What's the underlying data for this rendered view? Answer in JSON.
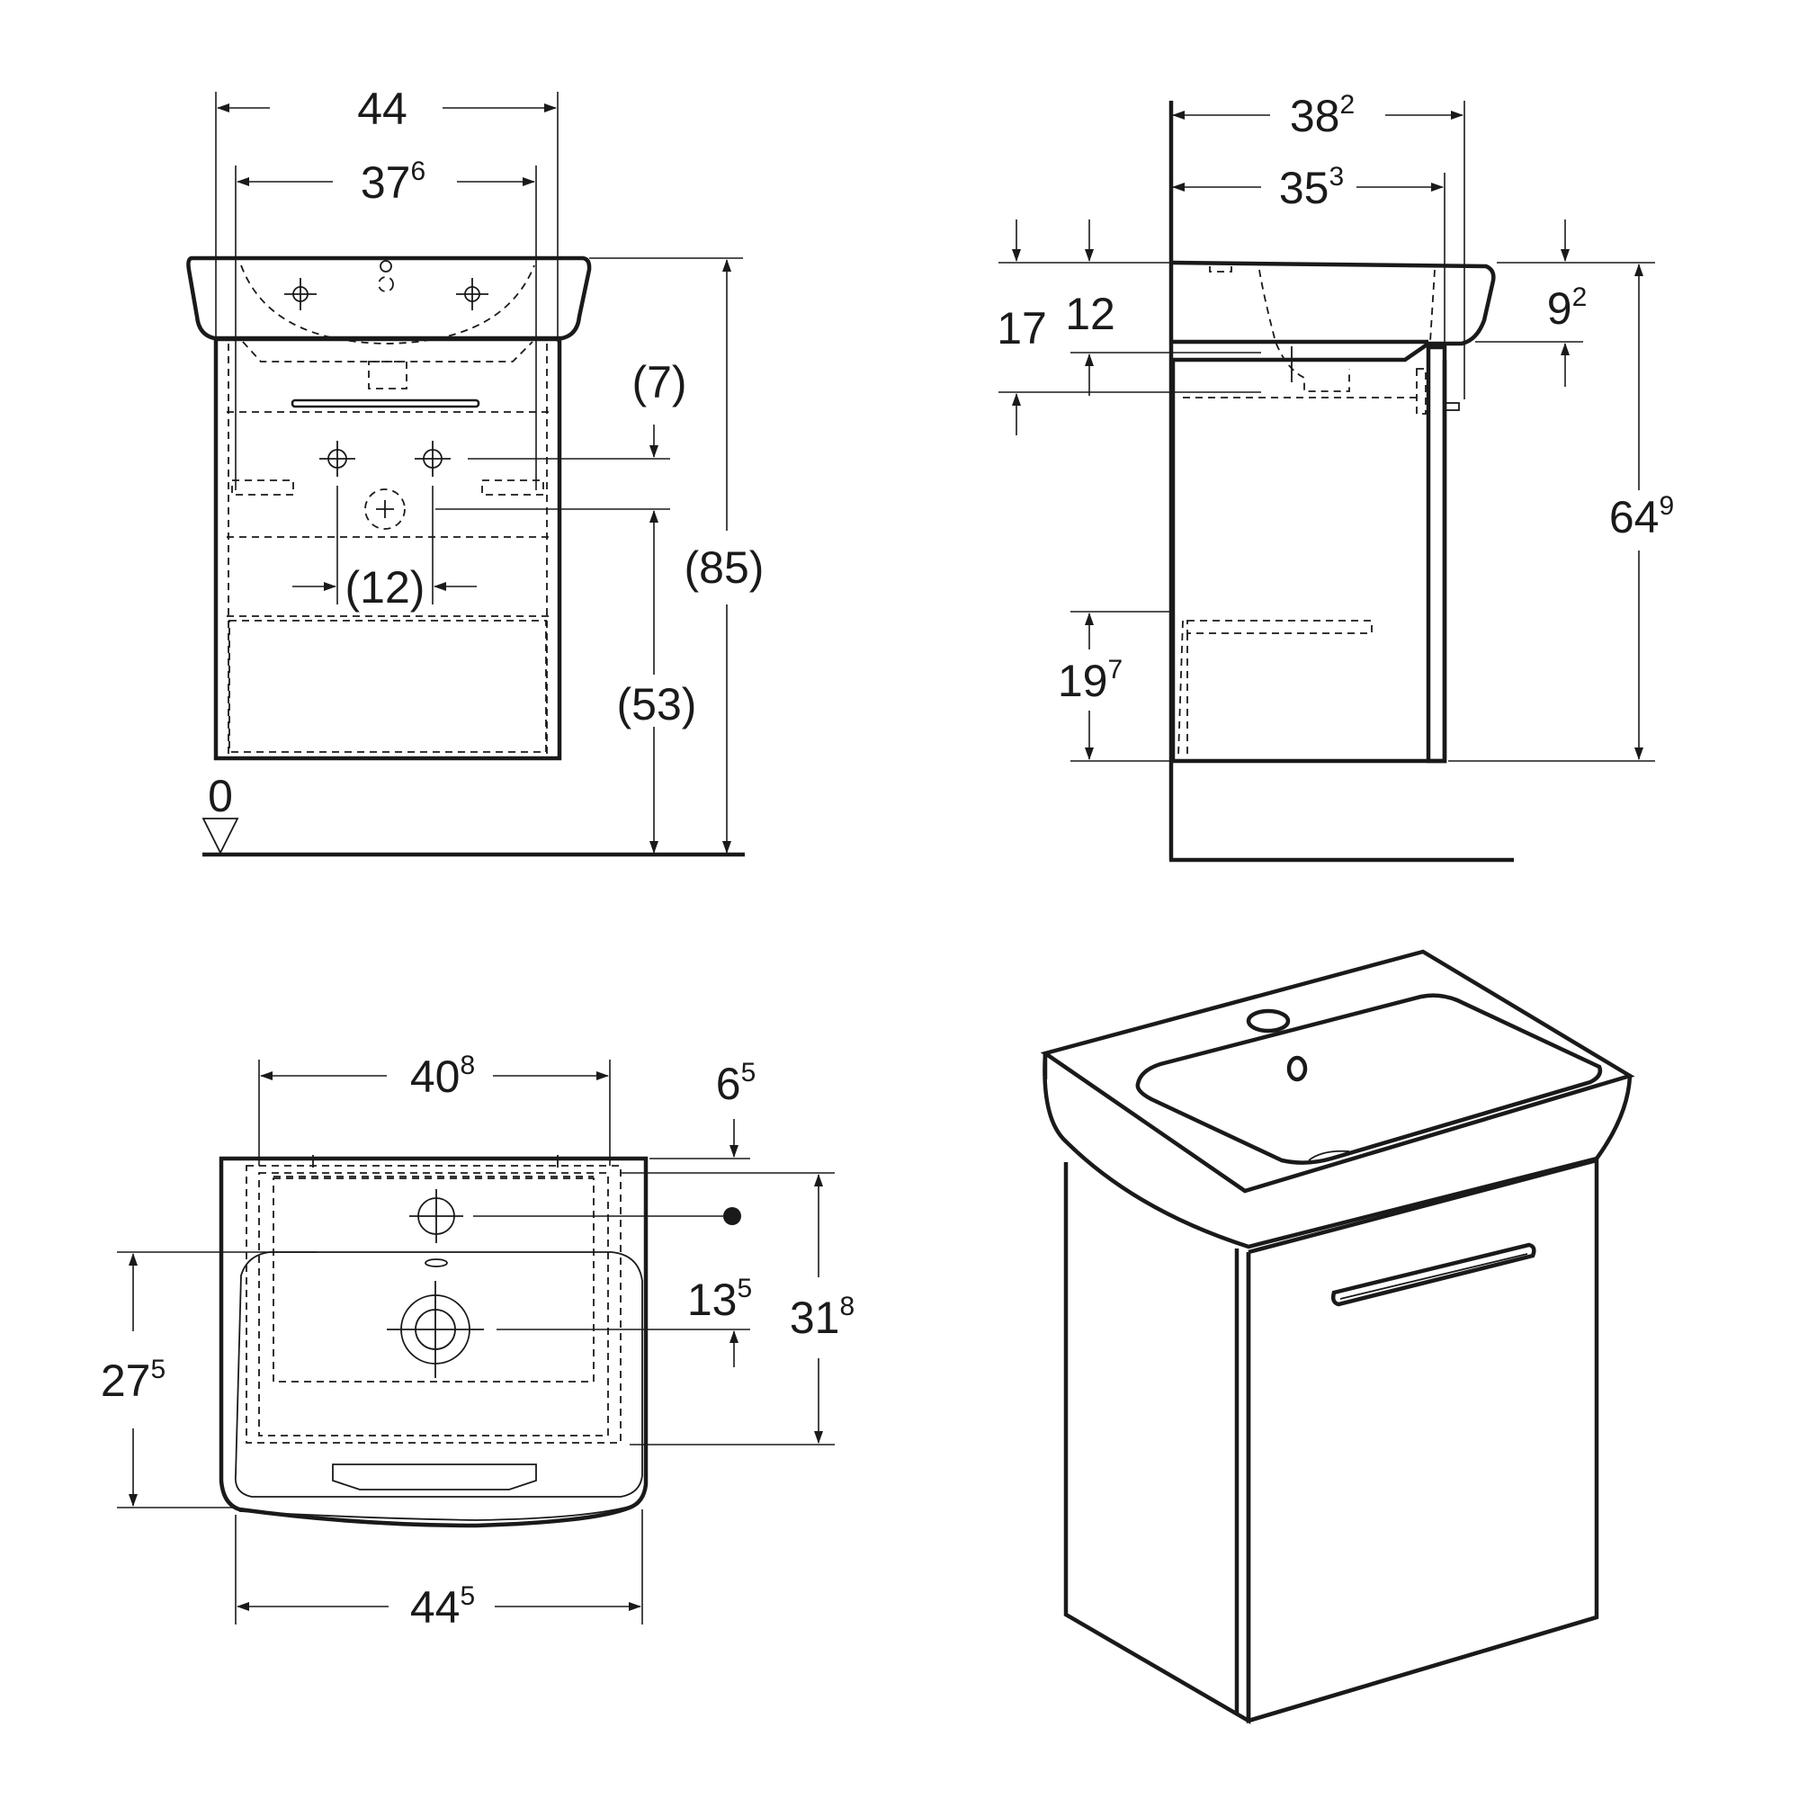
{
  "front_view": {
    "width_total": {
      "main": "44",
      "sup": ""
    },
    "width_inner": {
      "main": "37",
      "sup": "6"
    },
    "tap_drop": {
      "main": "(7)",
      "sup": ""
    },
    "waste_spacing": {
      "main": "(12)",
      "sup": ""
    },
    "waste_height": {
      "main": "(53)",
      "sup": ""
    },
    "total_height": {
      "main": "(85)",
      "sup": ""
    },
    "floor_level": {
      "main": "0",
      "sup": ""
    }
  },
  "side_view": {
    "depth_total": {
      "main": "38",
      "sup": "2"
    },
    "depth_cabinet": {
      "main": "35",
      "sup": "3"
    },
    "rim_height_outer": {
      "main": "17",
      "sup": ""
    },
    "rim_height_inner": {
      "main": "12",
      "sup": ""
    },
    "basin_lip": {
      "main": "9",
      "sup": "2"
    },
    "cabinet_height": {
      "main": "64",
      "sup": "9"
    },
    "drawer_height": {
      "main": "19",
      "sup": "7"
    }
  },
  "top_view": {
    "inner_width": {
      "main": "40",
      "sup": "8"
    },
    "back_offset": {
      "main": "6",
      "sup": "5"
    },
    "waste_offset": {
      "main": "13",
      "sup": "5"
    },
    "depth_inner": {
      "main": "31",
      "sup": "8"
    },
    "depth_basin": {
      "main": "27",
      "sup": "5"
    },
    "width_basin": {
      "main": "44",
      "sup": "5"
    }
  }
}
